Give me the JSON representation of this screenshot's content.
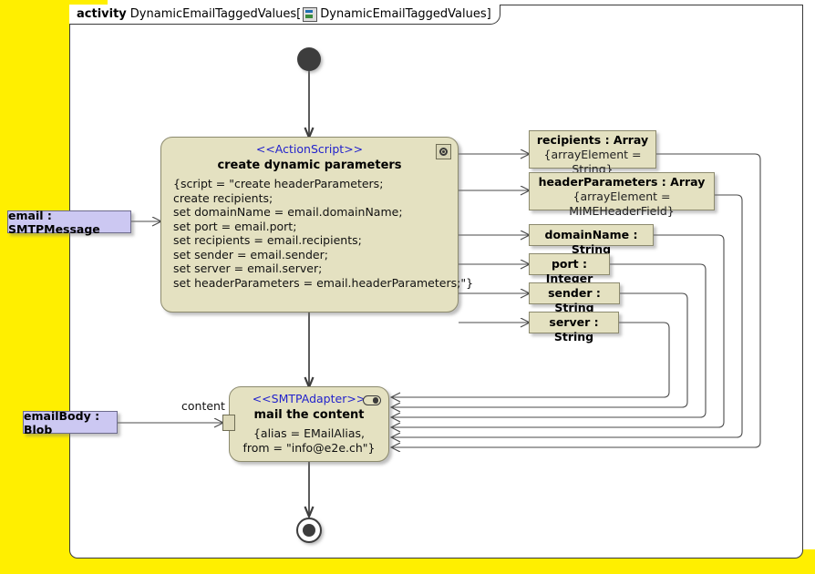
{
  "frame": {
    "keyword": "activity",
    "name": "DynamicEmailTaggedValues",
    "bracket_open": "[",
    "bracket_close": "]",
    "diagram_icon": "activity-diagram-icon",
    "diagram_name": "DynamicEmailTaggedValues"
  },
  "colors": {
    "page_background": "#ffef00",
    "frame_background": "#ffffff",
    "node_fill": "#e4e1c1",
    "node_border": "#8c8a6e",
    "param_fill": "#ccc8f2",
    "param_border": "#6d6b8c",
    "stereotype_text": "#2222cc",
    "edge": "#4a4a4a",
    "control_node": "#3d3d3d"
  },
  "nodes": {
    "initial": {
      "name": "initial-node"
    },
    "final": {
      "name": "activity-final-node"
    },
    "action_script": {
      "stereotype": "<<ActionScript>>",
      "name": "create dynamic parameters",
      "icon": "script-icon",
      "body": "{script = \"create headerParameters;\ncreate recipients;\nset domainName = email.domainName;\nset port = email.port;\nset recipients = email.recipients;\nset sender = email.sender;\nset server = email.server;\nset headerParameters = email.headerParameters;\"}"
    },
    "action_adapter": {
      "stereotype": "<<SMTPAdapter>>",
      "name": "mail the content",
      "icon": "adapter-icon",
      "body": "{alias = EMailAlias,\nfrom = \"info@e2e.ch\"}"
    }
  },
  "parameters": [
    {
      "label": "email : SMTPMessage"
    },
    {
      "label": "emailBody : Blob"
    }
  ],
  "object_nodes": [
    {
      "name": "recipients : Array",
      "tag": "{arrayElement = String}"
    },
    {
      "name": "headerParameters : Array",
      "tag": "{arrayElement = MIMEHeaderField}"
    },
    {
      "name": "domainName : String",
      "tag": ""
    },
    {
      "name": "port : Integer",
      "tag": ""
    },
    {
      "name": "sender : String",
      "tag": ""
    },
    {
      "name": "server : String",
      "tag": ""
    }
  ],
  "edge_labels": [
    {
      "text": "content"
    }
  ]
}
